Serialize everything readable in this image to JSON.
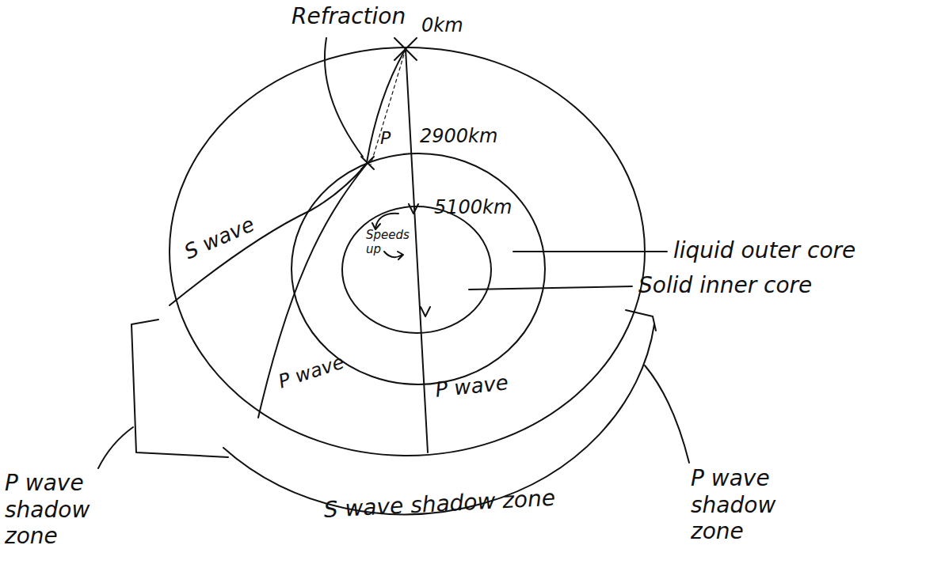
{
  "diagram": {
    "labels": [
      "Refraction",
      "0km",
      "P",
      "2900km",
      "5100km",
      "Speeds up",
      "liquid outer core",
      "Solid inner core",
      "S wave",
      "P wave",
      "P wave",
      "P wave shadow zone",
      "S wave shadow zone",
      "P wave shadow zone"
    ]
  }
}
